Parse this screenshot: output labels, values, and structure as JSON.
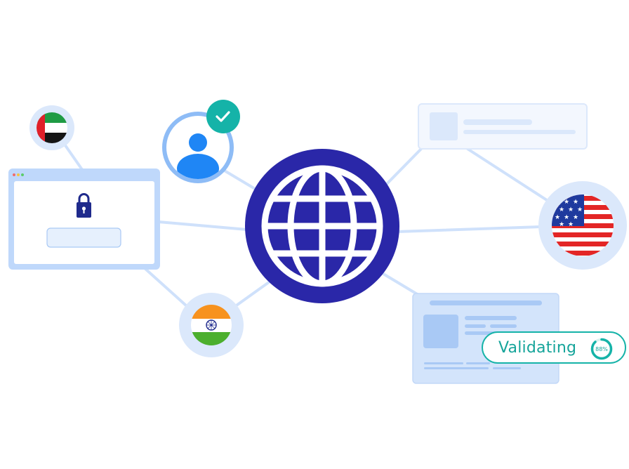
{
  "status": {
    "label": "Validating",
    "progress_percent": 88,
    "progress_text": "88%",
    "color": "#15b3a8"
  },
  "colors": {
    "globe": "#2a27a8",
    "connector": "#cfe1fb",
    "node_bg": "#dbe8fb",
    "panel_border": "#b6d2fa",
    "avatar": "#1f86f5",
    "check_badge": "#15b3a8"
  },
  "flags": [
    "uae-flag-icon",
    "usa-flag-icon",
    "india-flag-icon"
  ],
  "icons": [
    "globe-icon",
    "lock-icon",
    "user-icon",
    "check-icon"
  ]
}
